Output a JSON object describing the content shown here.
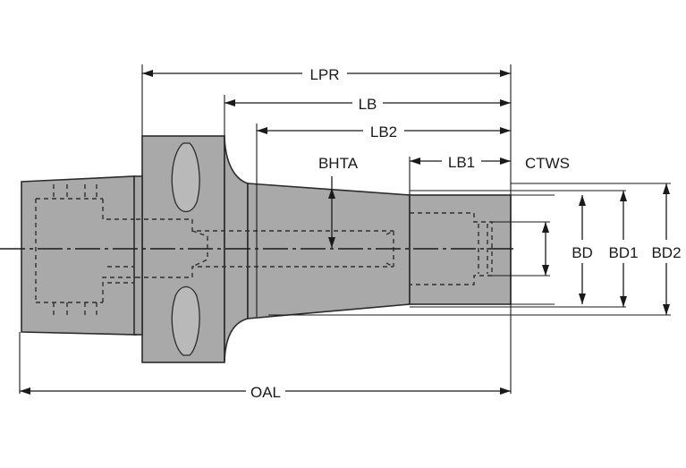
{
  "diagram": {
    "labels": {
      "lpr": "LPR",
      "lb": "LB",
      "lb2": "LB2",
      "lb1": "LB1",
      "bhta": "BHTA",
      "ctws": "CTWS",
      "bd": "BD",
      "bd1": "BD1",
      "bd2": "BD2",
      "oal": "OAL"
    },
    "colors": {
      "body": "#a9a9a9",
      "line": "#1a1a1a",
      "background": "#ffffff"
    }
  }
}
